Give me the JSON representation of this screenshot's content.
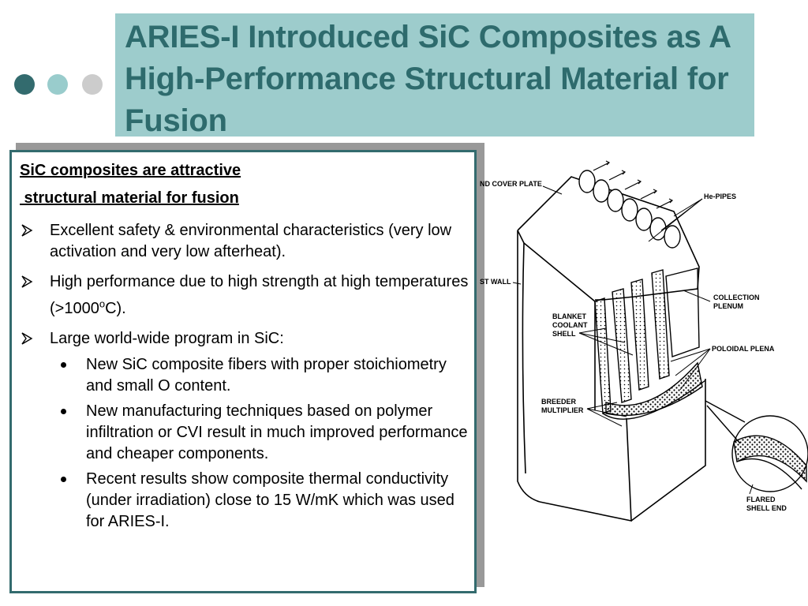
{
  "title": "ARIES-I Introduced SiC Composites as A High-Performance Structural Material for Fusion",
  "content": {
    "heading_line1": "SiC composites are attractive",
    "heading_line2": " structural material for fusion",
    "bullets": [
      {
        "text": "Excellent safety & environmental characteristics (very low activation and very low afterheat)."
      },
      {
        "text_before": "High performance due to high strength at high temperatures (>1000",
        "superscript": "o",
        "text_after": "C)."
      },
      {
        "text": "Large world-wide program in SiC:",
        "sub_items": [
          "New SiC composite fibers with proper stoichiometry and small O content.",
          "New manufacturing techniques based on polymer infiltration or CVI result in much improved performance and cheaper components.",
          "Recent results show composite thermal conductivity (under irradiation) close to 15 W/mK which was used for ARIES-I."
        ]
      }
    ]
  },
  "figure": {
    "labels": {
      "end_cover_plate": "ND COVER PLATE",
      "he_pipes": "He-PIPES",
      "first_wall": "ST WALL",
      "collection_plenum_1": "COLLECTION",
      "collection_plenum_2": "PLENUM",
      "blanket_1": "BLANKET",
      "blanket_2": "COOLANT",
      "blanket_3": "SHELL",
      "poloidal_plena": "POLOIDAL PLENA",
      "breeder_1": "BREEDER",
      "breeder_2": "MULTIPLIER",
      "flared_1": "FLARED",
      "flared_2": "SHELL END"
    }
  },
  "colors": {
    "title_bg": "#9dcccc",
    "title_text": "#2e6b6d",
    "frame": "#336b6e",
    "shadow": "#999999",
    "dot_dark": "#336b6e",
    "dot_light": "#99cccc",
    "dot_grey": "#cccccc"
  }
}
